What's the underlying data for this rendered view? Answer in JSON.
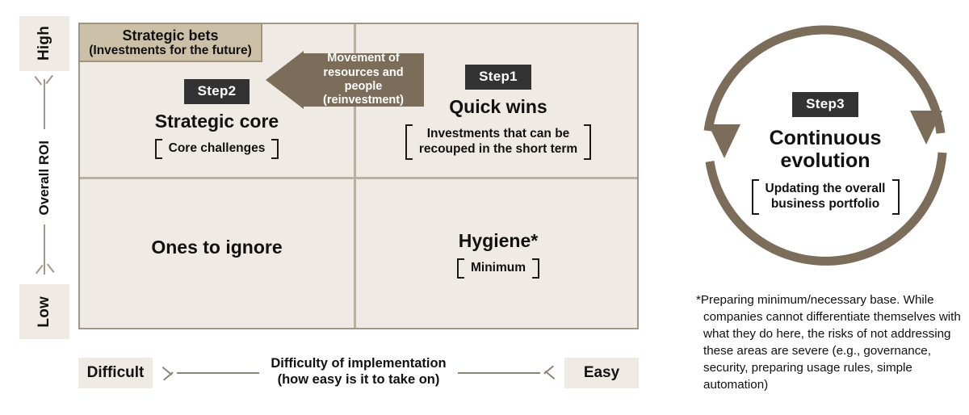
{
  "axes": {
    "y": {
      "high_label": "High",
      "low_label": "Low",
      "title": "Overall ROI",
      "up_arrow_icon": "arrow-up-icon",
      "down_arrow_icon": "arrow-down-icon"
    },
    "x": {
      "left_label": "Difficult",
      "right_label": "Easy",
      "title_line1": "Difficulty of implementation",
      "title_line2": "(how easy is it to take on)",
      "left_arrow_icon": "arrow-left-icon",
      "right_arrow_icon": "arrow-right-icon"
    }
  },
  "band": {
    "title": "Strategic bets",
    "subtitle": "(Investments for the future)"
  },
  "quadrants": {
    "top_left": {
      "step": "Step2",
      "title": "Strategic core",
      "bracket": "Core challenges"
    },
    "top_right": {
      "step": "Step1",
      "title": "Quick wins",
      "bracket_line1": "Investments that can be",
      "bracket_line2": "recouped in the short term"
    },
    "bottom_left": {
      "title": "Ones to ignore"
    },
    "bottom_right": {
      "title": "Hygiene*",
      "bracket": "Minimum"
    }
  },
  "movement_arrow": {
    "line1": "Movement of",
    "line2": "resources and people",
    "line3": "(reinvestment)",
    "icon": "arrow-left-block-icon"
  },
  "cycle": {
    "step": "Step3",
    "title_line1": "Continuous",
    "title_line2": "evolution",
    "bracket_line1": "Updating the overall",
    "bracket_line2": "business portfolio",
    "arrow_down_icon": "cycle-arrow-down-icon",
    "arrow_up_icon": "cycle-arrow-up-icon"
  },
  "footnote": {
    "text": "*Preparing minimum/necessary base. While companies cannot differentiate themselves with what they do here, the risks of not addressing these areas are severe (e.g., governance, security, preparing usage rules, simple automation)"
  },
  "colors": {
    "matrix_background": "#efebe4",
    "matrix_border": "#a2978a",
    "band_fill": "#cdc0a8",
    "arrow_brown": "#7b6d59",
    "cycle_brown": "#7b6d59",
    "step_badge": "#333333",
    "divider": "#b9b0a1"
  }
}
